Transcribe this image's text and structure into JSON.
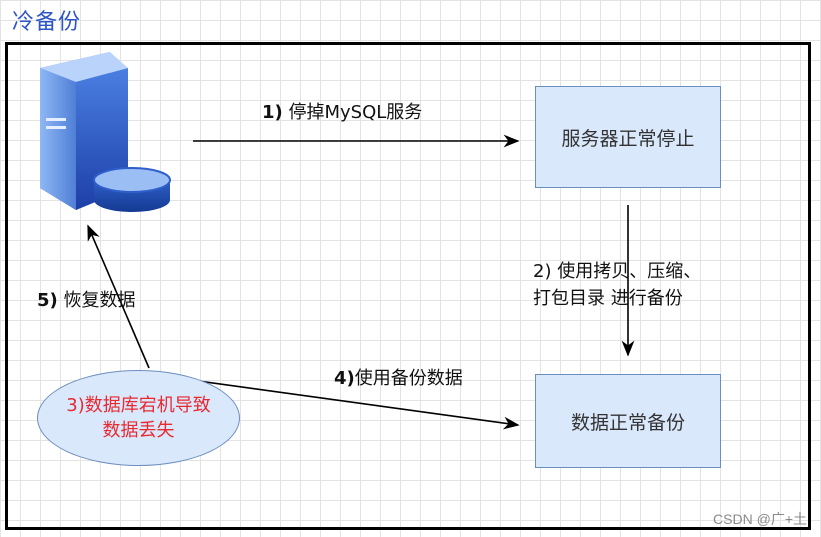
{
  "title": "冷备份",
  "boxes": {
    "stopped": "服务器正常停止",
    "backup": "数据正常备份"
  },
  "steps": {
    "step1_num": "1)",
    "step1_text": " 停掉MySQL服务",
    "step2_line1": "2) 使用拷贝、压缩、",
    "step2_line2": "打包目录 进行备份",
    "step4_num": "4)",
    "step4_text": "使用备份数据",
    "step5_num": "5)",
    "step5_text": " 恢复数据"
  },
  "crash": {
    "line1": "3)数据库宕机导致",
    "line2": "数据丢失"
  },
  "watermark": "CSDN @广+土",
  "colors": {
    "title": "#2e55c8",
    "box_fill": "#dae8fc",
    "box_border": "#6c8ebf",
    "crash_text": "#e8292f"
  },
  "icons": [
    "server-icon",
    "database-icon"
  ]
}
